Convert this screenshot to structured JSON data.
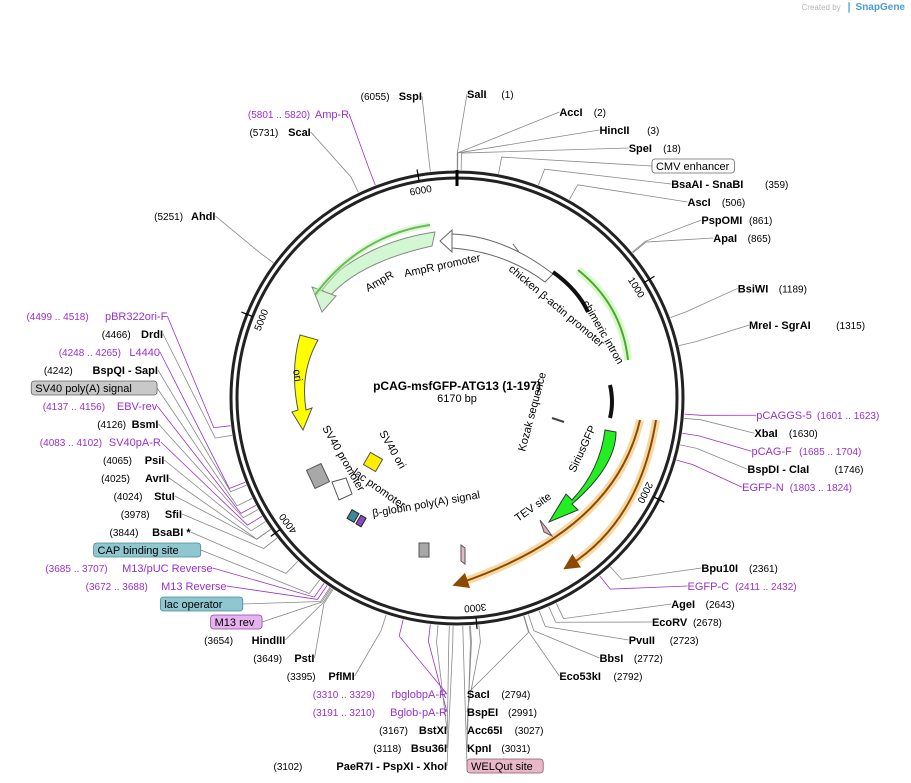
{
  "brand": {
    "created_by": "Created by",
    "name": "SnapGene"
  },
  "plasmid": {
    "name": "pCAG-msfGFP-ATG13 (1-197)",
    "length": "6170 bp",
    "total_bp": 6170
  },
  "ticks": [
    {
      "label": "1000",
      "bp": 1000
    },
    {
      "label": "2000",
      "bp": 2000
    },
    {
      "label": "3000",
      "bp": 3000
    },
    {
      "label": "4000",
      "bp": 4000
    },
    {
      "label": "5000",
      "bp": 5000
    },
    {
      "label": "6000",
      "bp": 6000
    }
  ],
  "enzymes": [
    {
      "name": "SalI",
      "pos": "(1)",
      "bp": 1
    },
    {
      "name": "AccI",
      "pos": "(2)",
      "bp": 2
    },
    {
      "name": "HincII",
      "pos": "(3)",
      "bp": 3
    },
    {
      "name": "SpeI",
      "pos": "(18)",
      "bp": 18
    },
    {
      "name": "BsaAI - SnaBI",
      "pos": "(359)",
      "bp": 359
    },
    {
      "name": "AscI",
      "pos": "(506)",
      "bp": 506
    },
    {
      "name": "PspOMI",
      "pos": "(861)",
      "bp": 861
    },
    {
      "name": "ApaI",
      "pos": "(865)",
      "bp": 865
    },
    {
      "name": "BsiWI",
      "pos": "(1189)",
      "bp": 1189
    },
    {
      "name": "MreI - SgrAI",
      "pos": "(1315)",
      "bp": 1315
    },
    {
      "name": "XbaI",
      "pos": "(1630)",
      "bp": 1630
    },
    {
      "name": "BspDI - ClaI",
      "pos": "(1746)",
      "bp": 1746
    },
    {
      "name": "Bpu10I",
      "pos": "(2361)",
      "bp": 2361
    },
    {
      "name": "AgeI",
      "pos": "(2643)",
      "bp": 2643
    },
    {
      "name": "EcoRV",
      "pos": "(2678)",
      "bp": 2678
    },
    {
      "name": "PvuII",
      "pos": "(2723)",
      "bp": 2723
    },
    {
      "name": "BbsI",
      "pos": "(2772)",
      "bp": 2772
    },
    {
      "name": "Eco53kI",
      "pos": "(2792)",
      "bp": 2792
    },
    {
      "name": "SacI",
      "pos": "(2794)",
      "bp": 2794
    },
    {
      "name": "BspEI",
      "pos": "(2991)",
      "bp": 2991
    },
    {
      "name": "Acc65I",
      "pos": "(3027)",
      "bp": 3027
    },
    {
      "name": "KpnI",
      "pos": "(3031)",
      "bp": 3031
    },
    {
      "name": "PaeR7I - PspXI - XhoI",
      "pos": "(3102)",
      "bp": 3102
    },
    {
      "name": "Bsu36I",
      "pos": "(3118)",
      "bp": 3118
    },
    {
      "name": "BstXI",
      "pos": "(3167)",
      "bp": 3167
    },
    {
      "name": "PflMI",
      "pos": "(3395)",
      "bp": 3395
    },
    {
      "name": "PstI",
      "pos": "(3649)",
      "bp": 3649
    },
    {
      "name": "HindIII",
      "pos": "(3654)",
      "bp": 3654
    },
    {
      "name": "BsaBI *",
      "pos": "(3844)",
      "bp": 3844
    },
    {
      "name": "SfiI",
      "pos": "(3978)",
      "bp": 3978
    },
    {
      "name": "StuI",
      "pos": "(4024)",
      "bp": 4024
    },
    {
      "name": "AvrII",
      "pos": "(4025)",
      "bp": 4025
    },
    {
      "name": "PsiI",
      "pos": "(4065)",
      "bp": 4065
    },
    {
      "name": "BsmI",
      "pos": "(4126)",
      "bp": 4126
    },
    {
      "name": "BspQI - SapI",
      "pos": "(4242)",
      "bp": 4242
    },
    {
      "name": "DrdI",
      "pos": "(4466)",
      "bp": 4466
    },
    {
      "name": "AhdI",
      "pos": "(5251)",
      "bp": 5251
    },
    {
      "name": "ScaI",
      "pos": "(5731)",
      "bp": 5731
    },
    {
      "name": "SspI",
      "pos": "(6055)",
      "bp": 6055
    }
  ],
  "primers": [
    {
      "name": "Amp-R",
      "pos": "(5801 .. 5820)",
      "bp": 5810
    },
    {
      "name": "pCAGGS-5",
      "pos": "(1601 .. 1623)",
      "bp": 1612
    },
    {
      "name": "pCAG-F",
      "pos": "(1685 .. 1704)",
      "bp": 1695
    },
    {
      "name": "EGFP-N",
      "pos": "(1803 .. 1824)",
      "bp": 1813
    },
    {
      "name": "EGFP-C",
      "pos": "(2411 .. 2432)",
      "bp": 2421
    },
    {
      "name": "pBR322ori-F",
      "pos": "(4499 .. 4518)",
      "bp": 4508
    },
    {
      "name": "L4440",
      "pos": "(4248 .. 4265)",
      "bp": 4256
    },
    {
      "name": "EBV-rev",
      "pos": "(4137 .. 4156)",
      "bp": 4146
    },
    {
      "name": "SV40pA-R",
      "pos": "(4083 .. 4102)",
      "bp": 4092
    },
    {
      "name": "M13/pUC Reverse",
      "pos": "(3685 .. 3707)",
      "bp": 3696
    },
    {
      "name": "M13 Reverse",
      "pos": "(3672 .. 3688)",
      "bp": 3680
    },
    {
      "name": "rbglobpA-R",
      "pos": "(3310 .. 3329)",
      "bp": 3319
    },
    {
      "name": "Bglob-pA-R",
      "pos": "(3191 .. 3210)",
      "bp": 3200
    }
  ],
  "boxed_labels": [
    {
      "name": "CMV enhancer",
      "fill": "#ffffff",
      "stroke": "#666666",
      "text_color": "#000000",
      "bp": 180
    },
    {
      "name": "SV40 poly(A) signal",
      "fill": "#c8c8c8",
      "stroke": "#666666",
      "text_color": "#000000",
      "bp": 4180
    },
    {
      "name": "CAP binding site",
      "fill": "#8fc6cf",
      "stroke": "#4a8a95",
      "text_color": "#000000",
      "bp": 3720
    },
    {
      "name": "lac operator",
      "fill": "#8fc6cf",
      "stroke": "#4a8a95",
      "text_color": "#000000",
      "bp": 3665
    },
    {
      "name": "M13 rev",
      "fill": "#e6b3f0",
      "stroke": "#8a4a95",
      "text_color": "#000000",
      "bp": 3660
    },
    {
      "name": "WELQut site",
      "fill": "#e8b8c8",
      "stroke": "#8a5a6a",
      "text_color": "#000000",
      "bp": 3060
    }
  ],
  "features": [
    {
      "name": "AmpR",
      "color": "#c8f5c8"
    },
    {
      "name": "AmpR promoter",
      "color": "#ffffff"
    },
    {
      "name": "chicken β-actin promoter",
      "color": "#ffffff"
    },
    {
      "name": "chimeric intron",
      "color": "#9be29b"
    },
    {
      "name": "ori",
      "color": "#ffff00"
    },
    {
      "name": "Kozak sequence",
      "color": "#555555"
    },
    {
      "name": "SiriusGFP",
      "color": "#22ee22"
    },
    {
      "name": "SV40 ori",
      "color": "#ffee00"
    },
    {
      "name": "SV40 promoter",
      "color": "#ffffff"
    },
    {
      "name": "lac promoter",
      "color": "#ffffff"
    },
    {
      "name": "TEV site",
      "color": "#e8a8b8"
    },
    {
      "name": "β-globin poly(A) signal",
      "color": "#aaaaaa"
    }
  ]
}
